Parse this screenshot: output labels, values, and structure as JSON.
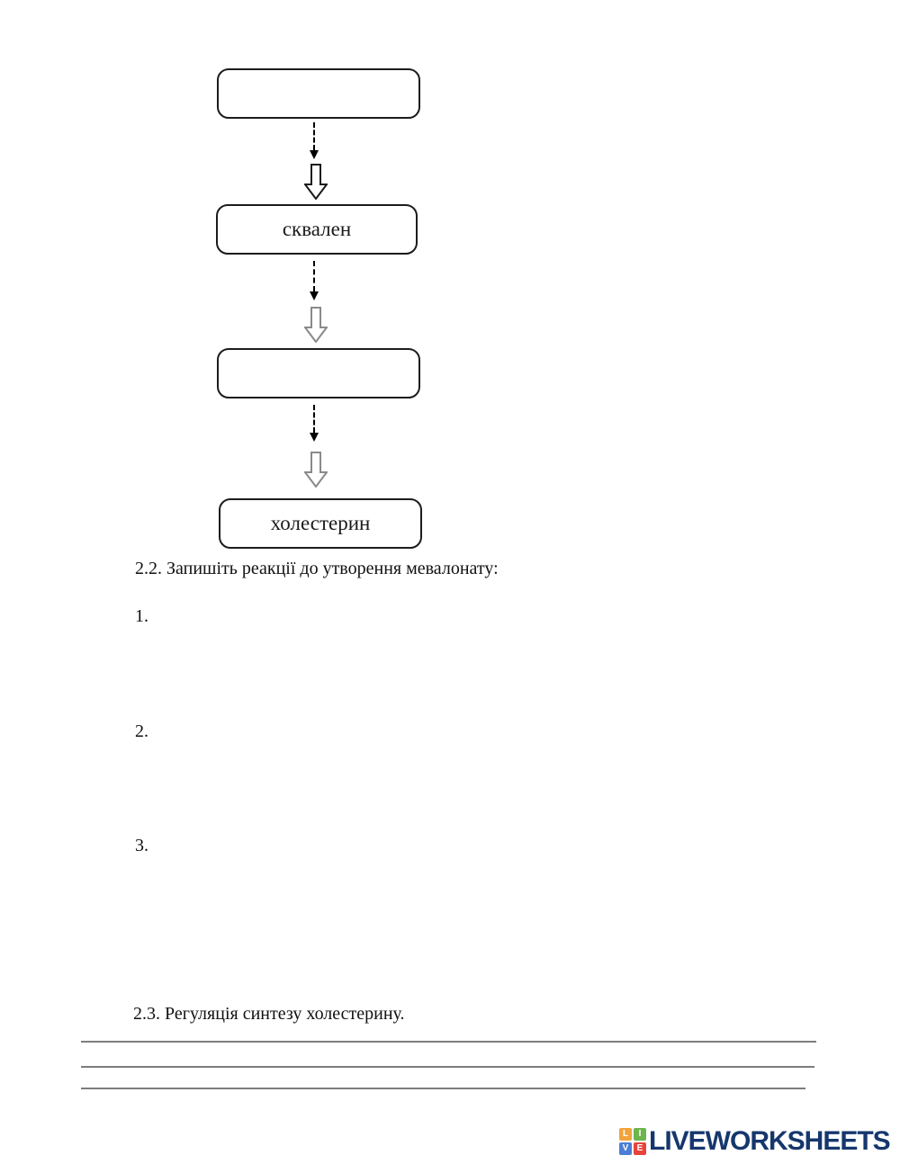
{
  "flowchart": {
    "box1_label": "",
    "box2_label": "сквален",
    "box3_label": "",
    "box4_label": "холестерин",
    "colors": {
      "box_border": "#1c1c1c",
      "dashed_arrow": "#000000",
      "block_arrow_1": "#1c1c1c",
      "block_arrow_2": "#8a8a8a",
      "block_arrow_3": "#8a8a8a",
      "answer_line": "#7d7d7d"
    }
  },
  "section_2_2": {
    "heading": "2.2. Запишіть реакції до утворення мевалонату:",
    "item_1": "1.",
    "item_2": "2.",
    "item_3": "3."
  },
  "section_2_3": {
    "heading": "2.3. Регуляція синтезу холестерину."
  },
  "footer": {
    "brand_text": "LIVEWORKSHEETS",
    "brand_text_color": "#16376d",
    "logo_tiles": [
      {
        "letter": "L",
        "color": "#f2a33c"
      },
      {
        "letter": "I",
        "color": "#6db54c"
      },
      {
        "letter": "V",
        "color": "#4a7fd4"
      },
      {
        "letter": "E",
        "color": "#e8433a"
      }
    ]
  }
}
